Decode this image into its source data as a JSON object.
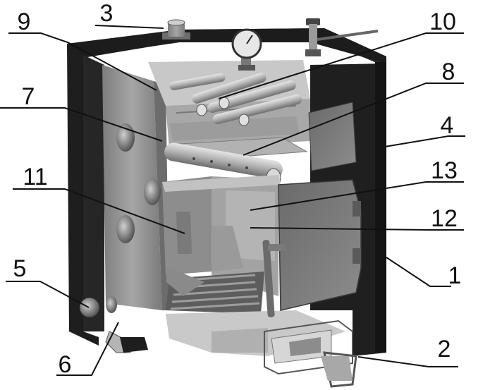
{
  "figure": {
    "type": "cutaway-3d-drawing",
    "subject": "solid-fuel boiler",
    "colors": {
      "jacket": "#1e1e1e",
      "steel": "#8a8a8a",
      "steel_light": "#b5b5b5",
      "brick": "#9a9a9a",
      "background": "#ffffff"
    }
  },
  "callouts": [
    {
      "id": "c1",
      "text": "1"
    },
    {
      "id": "c2",
      "text": "2"
    },
    {
      "id": "c3",
      "text": "3"
    },
    {
      "id": "c4",
      "text": "4"
    },
    {
      "id": "c5",
      "text": "5"
    },
    {
      "id": "c6",
      "text": "6"
    },
    {
      "id": "c7",
      "text": "7"
    },
    {
      "id": "c8",
      "text": "8"
    },
    {
      "id": "c9",
      "text": "9"
    },
    {
      "id": "c10",
      "text": "10"
    },
    {
      "id": "c11",
      "text": "11"
    },
    {
      "id": "c12",
      "text": "12"
    },
    {
      "id": "c13",
      "text": "13"
    }
  ]
}
